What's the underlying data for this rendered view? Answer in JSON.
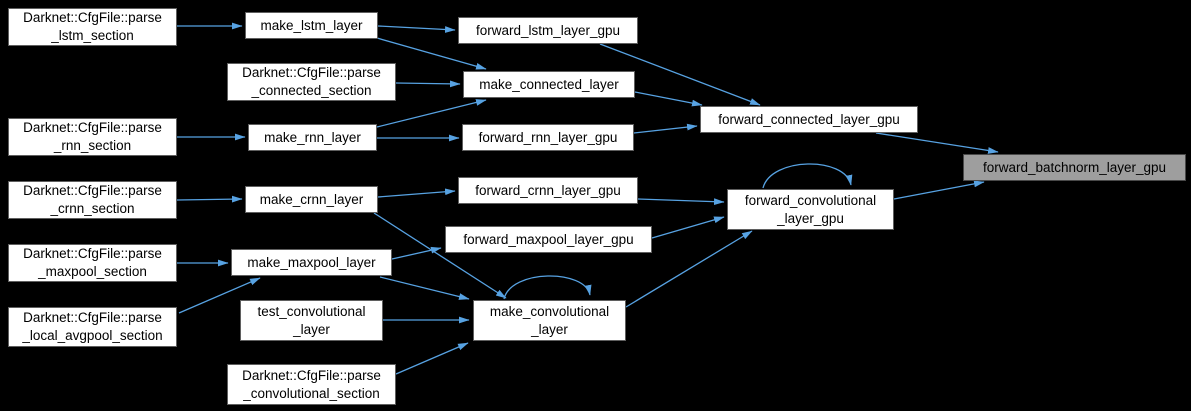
{
  "graph": {
    "kind": "doxygen-caller-graph",
    "background_color": "#000000",
    "edge_color": "#57a2e2",
    "node_fill": "#ffffff",
    "node_border": "#5f5f5f",
    "highlight_fill": "#9e9e9e",
    "text_color": "#000000",
    "nodes": [
      {
        "id": "parse_lstm_section",
        "label": "Darknet::CfgFile::parse\n_lstm_section",
        "highlighted": false
      },
      {
        "id": "make_lstm_layer",
        "label": "make_lstm_layer",
        "highlighted": false
      },
      {
        "id": "forward_lstm_layer_gpu",
        "label": "forward_lstm_layer_gpu",
        "highlighted": false
      },
      {
        "id": "parse_connected_section",
        "label": "Darknet::CfgFile::parse\n_connected_section",
        "highlighted": false
      },
      {
        "id": "make_connected_layer",
        "label": "make_connected_layer",
        "highlighted": false
      },
      {
        "id": "parse_rnn_section",
        "label": "Darknet::CfgFile::parse\n_rnn_section",
        "highlighted": false
      },
      {
        "id": "make_rnn_layer",
        "label": "make_rnn_layer",
        "highlighted": false
      },
      {
        "id": "forward_rnn_layer_gpu",
        "label": "forward_rnn_layer_gpu",
        "highlighted": false
      },
      {
        "id": "forward_connected_layer_gpu",
        "label": "forward_connected_layer_gpu",
        "highlighted": false
      },
      {
        "id": "parse_crnn_section",
        "label": "Darknet::CfgFile::parse\n_crnn_section",
        "highlighted": false
      },
      {
        "id": "make_crnn_layer",
        "label": "make_crnn_layer",
        "highlighted": false
      },
      {
        "id": "forward_crnn_layer_gpu",
        "label": "forward_crnn_layer_gpu",
        "highlighted": false
      },
      {
        "id": "forward_batchnorm_layer_gpu",
        "label": "forward_batchnorm_layer_gpu",
        "highlighted": true
      },
      {
        "id": "parse_maxpool_section",
        "label": "Darknet::CfgFile::parse\n_maxpool_section",
        "highlighted": false
      },
      {
        "id": "make_maxpool_layer",
        "label": "make_maxpool_layer",
        "highlighted": false
      },
      {
        "id": "forward_maxpool_layer_gpu",
        "label": "forward_maxpool_layer_gpu",
        "highlighted": false
      },
      {
        "id": "forward_convolutional_layer_gpu",
        "label": "forward_convolutional\n_layer_gpu",
        "highlighted": false
      },
      {
        "id": "parse_local_avgpool_section",
        "label": "Darknet::CfgFile::parse\n_local_avgpool_section",
        "highlighted": false
      },
      {
        "id": "test_convolutional_layer",
        "label": "test_convolutional\n_layer",
        "highlighted": false
      },
      {
        "id": "make_convolutional_layer",
        "label": "make_convolutional\n_layer",
        "highlighted": false
      },
      {
        "id": "parse_convolutional_section",
        "label": "Darknet::CfgFile::parse\n_convolutional_section",
        "highlighted": false
      }
    ],
    "edges": [
      {
        "from": "parse_lstm_section",
        "to": "make_lstm_layer"
      },
      {
        "from": "make_lstm_layer",
        "to": "forward_lstm_layer_gpu"
      },
      {
        "from": "make_lstm_layer",
        "to": "make_connected_layer"
      },
      {
        "from": "forward_lstm_layer_gpu",
        "to": "forward_connected_layer_gpu"
      },
      {
        "from": "parse_connected_section",
        "to": "make_connected_layer"
      },
      {
        "from": "make_connected_layer",
        "to": "forward_connected_layer_gpu"
      },
      {
        "from": "parse_rnn_section",
        "to": "make_rnn_layer"
      },
      {
        "from": "make_rnn_layer",
        "to": "make_connected_layer"
      },
      {
        "from": "make_rnn_layer",
        "to": "forward_rnn_layer_gpu"
      },
      {
        "from": "forward_rnn_layer_gpu",
        "to": "forward_connected_layer_gpu"
      },
      {
        "from": "forward_connected_layer_gpu",
        "to": "forward_batchnorm_layer_gpu"
      },
      {
        "from": "parse_crnn_section",
        "to": "make_crnn_layer"
      },
      {
        "from": "make_crnn_layer",
        "to": "forward_crnn_layer_gpu"
      },
      {
        "from": "make_crnn_layer",
        "to": "make_convolutional_layer"
      },
      {
        "from": "forward_crnn_layer_gpu",
        "to": "forward_convolutional_layer_gpu"
      },
      {
        "from": "parse_maxpool_section",
        "to": "make_maxpool_layer"
      },
      {
        "from": "parse_local_avgpool_section",
        "to": "make_maxpool_layer"
      },
      {
        "from": "make_maxpool_layer",
        "to": "forward_maxpool_layer_gpu"
      },
      {
        "from": "make_maxpool_layer",
        "to": "make_convolutional_layer"
      },
      {
        "from": "forward_maxpool_layer_gpu",
        "to": "forward_convolutional_layer_gpu"
      },
      {
        "from": "test_convolutional_layer",
        "to": "make_convolutional_layer"
      },
      {
        "from": "parse_convolutional_section",
        "to": "make_convolutional_layer"
      },
      {
        "from": "make_convolutional_layer",
        "to": "forward_convolutional_layer_gpu"
      },
      {
        "from": "make_convolutional_layer",
        "to": "make_convolutional_layer"
      },
      {
        "from": "forward_convolutional_layer_gpu",
        "to": "forward_convolutional_layer_gpu"
      },
      {
        "from": "forward_convolutional_layer_gpu",
        "to": "forward_batchnorm_layer_gpu"
      }
    ]
  }
}
